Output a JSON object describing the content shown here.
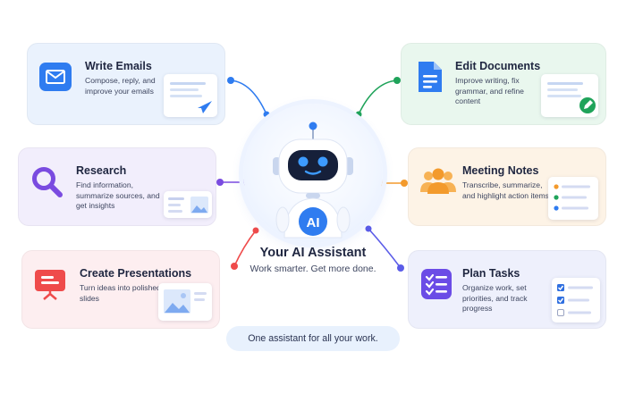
{
  "hub": {
    "title": "Your AI Assistant",
    "subtitle": "Work smarter. Get more done.",
    "badge": "AI"
  },
  "footer": {
    "pill": "One assistant for all your work."
  },
  "cards": {
    "email": {
      "title": "Write Emails",
      "desc": "Compose, reply, and improve your emails",
      "icon": "mail-icon",
      "accent": "#2f7cf0"
    },
    "research": {
      "title": "Research",
      "desc": "Find information, summarize sources, and get insights",
      "icon": "magnifier-icon",
      "accent": "#7a4be0"
    },
    "present": {
      "title": "Create Presentations",
      "desc": "Turn ideas into polished slides",
      "icon": "presentation-icon",
      "accent": "#ef4b4b"
    },
    "docs": {
      "title": "Edit Documents",
      "desc": "Improve writing, fix grammar, and refine content",
      "icon": "document-icon",
      "accent": "#2f7cf0"
    },
    "notes": {
      "title": "Meeting Notes",
      "desc": "Transcribe, summarize, and highlight action items",
      "icon": "people-icon",
      "accent": "#f39a2c"
    },
    "tasks": {
      "title": "Plan Tasks",
      "desc": "Organize work, set priorities, and track progress",
      "icon": "checklist-icon",
      "accent": "#6b4ce6"
    }
  },
  "colors": {
    "link_email": "#2f7cf0",
    "link_research": "#7a4be0",
    "link_present": "#ef4b4b",
    "link_docs": "#1fa35a",
    "link_notes": "#f39a2c",
    "link_tasks": "#5b5ce8"
  }
}
